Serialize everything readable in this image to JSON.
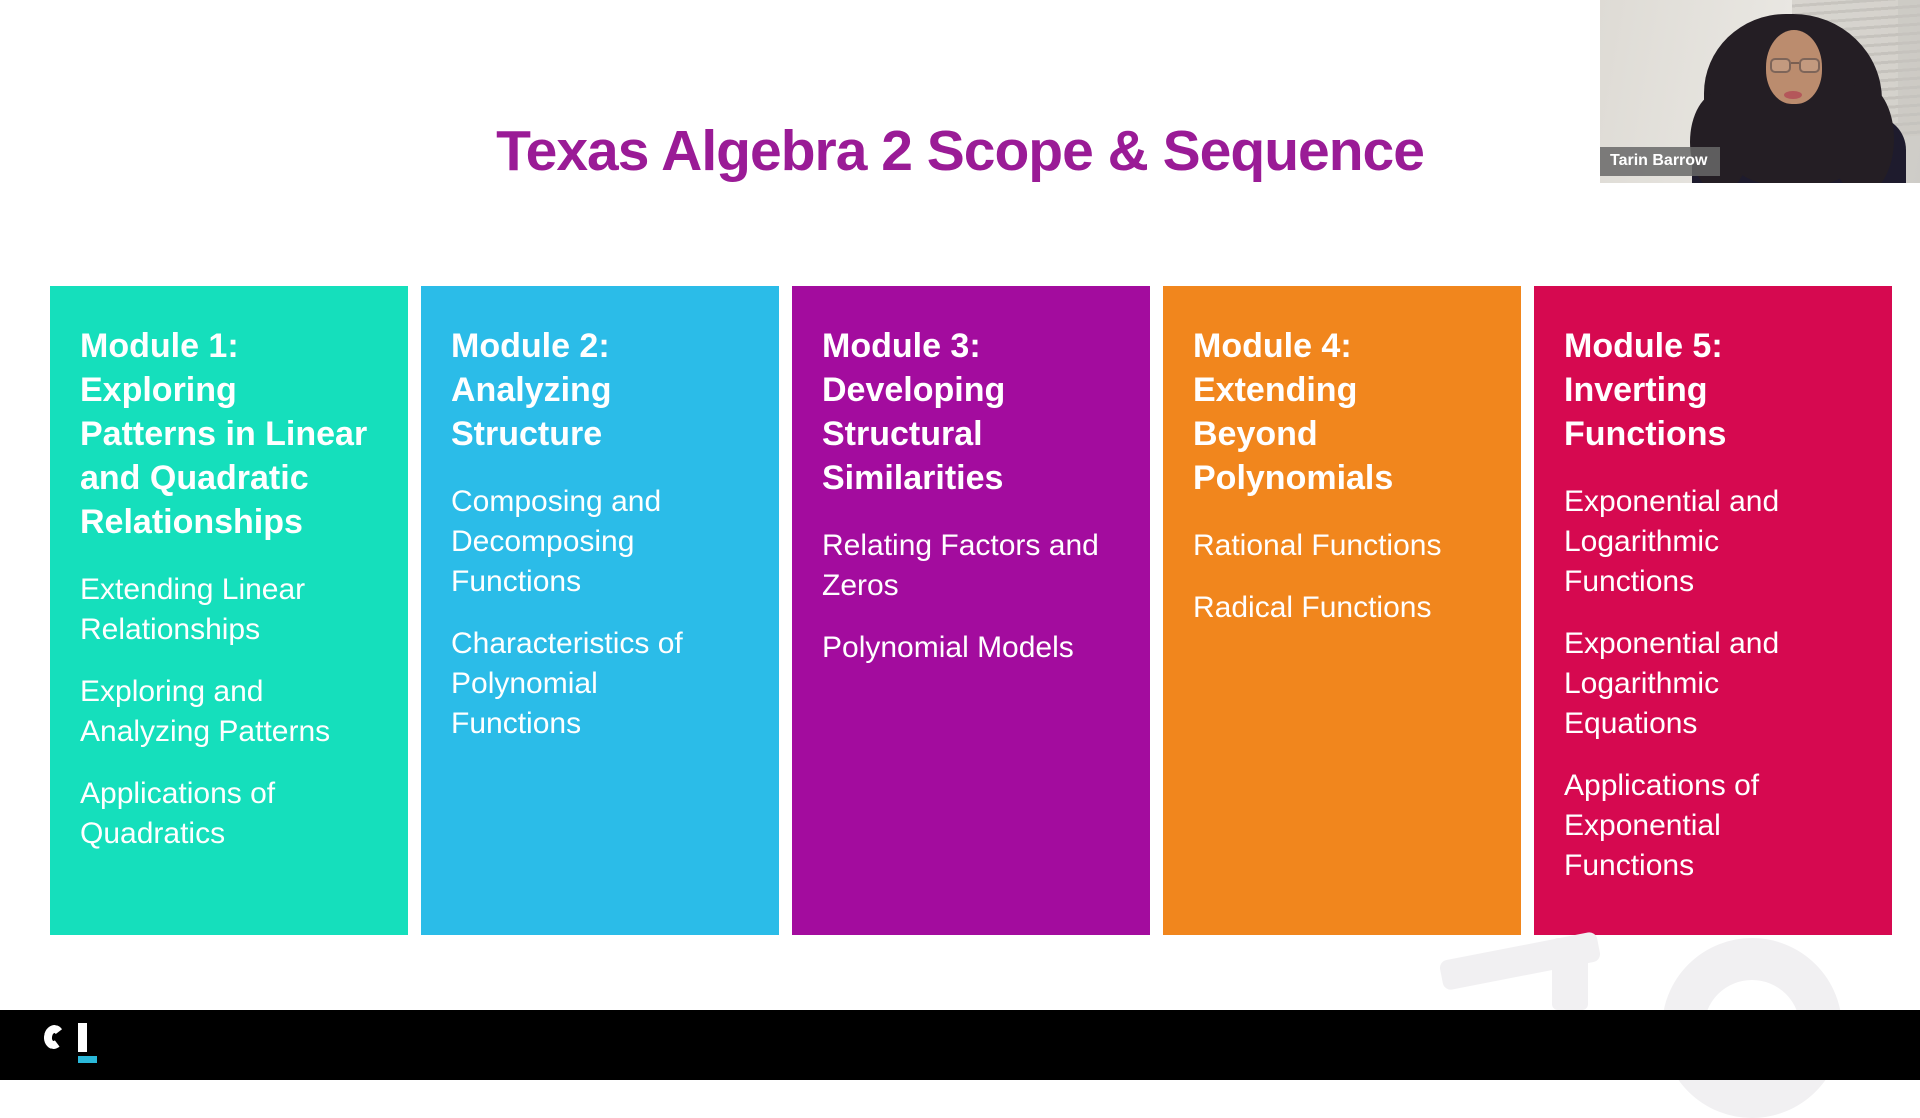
{
  "slide": {
    "title": "Texas Algebra 2 Scope & Sequence",
    "title_color": "#9a1b96",
    "modules": [
      {
        "label": "Module 1:",
        "title": "Exploring Patterns in Linear and Quadratic Relationships",
        "color": "#15dfbc",
        "items": [
          "Extending Linear Relationships",
          "Exploring and Analyzing Patterns",
          "Applications of Quadratics"
        ]
      },
      {
        "label": "Module 2:",
        "title": "Analyzing Structure",
        "color": "#2bbce8",
        "items": [
          "Composing and Decomposing Functions",
          "Characteristics of Polynomial Functions"
        ]
      },
      {
        "label": "Module 3:",
        "title": "Developing Structural Similarities",
        "color": "#a30c9e",
        "items": [
          "Relating Factors and Zeros",
          "Polynomial Models"
        ]
      },
      {
        "label": "Module 4:",
        "title": "Extending Beyond Polynomials",
        "color": "#f1861d",
        "items": [
          "Rational Functions",
          "Radical Functions"
        ]
      },
      {
        "label": "Module 5:",
        "title": "Inverting Functions",
        "color": "#d60950",
        "items": [
          "Exponential and Logarithmic Functions",
          "Exponential and Logarithmic Equations",
          "Applications of Exponential Functions"
        ]
      }
    ]
  },
  "webcam": {
    "name_label": "Tarin Barrow"
  },
  "footer": {
    "logo_letter_c": "",
    "logo_accent_color": "#2ab8d9",
    "logo_name": "CL"
  }
}
